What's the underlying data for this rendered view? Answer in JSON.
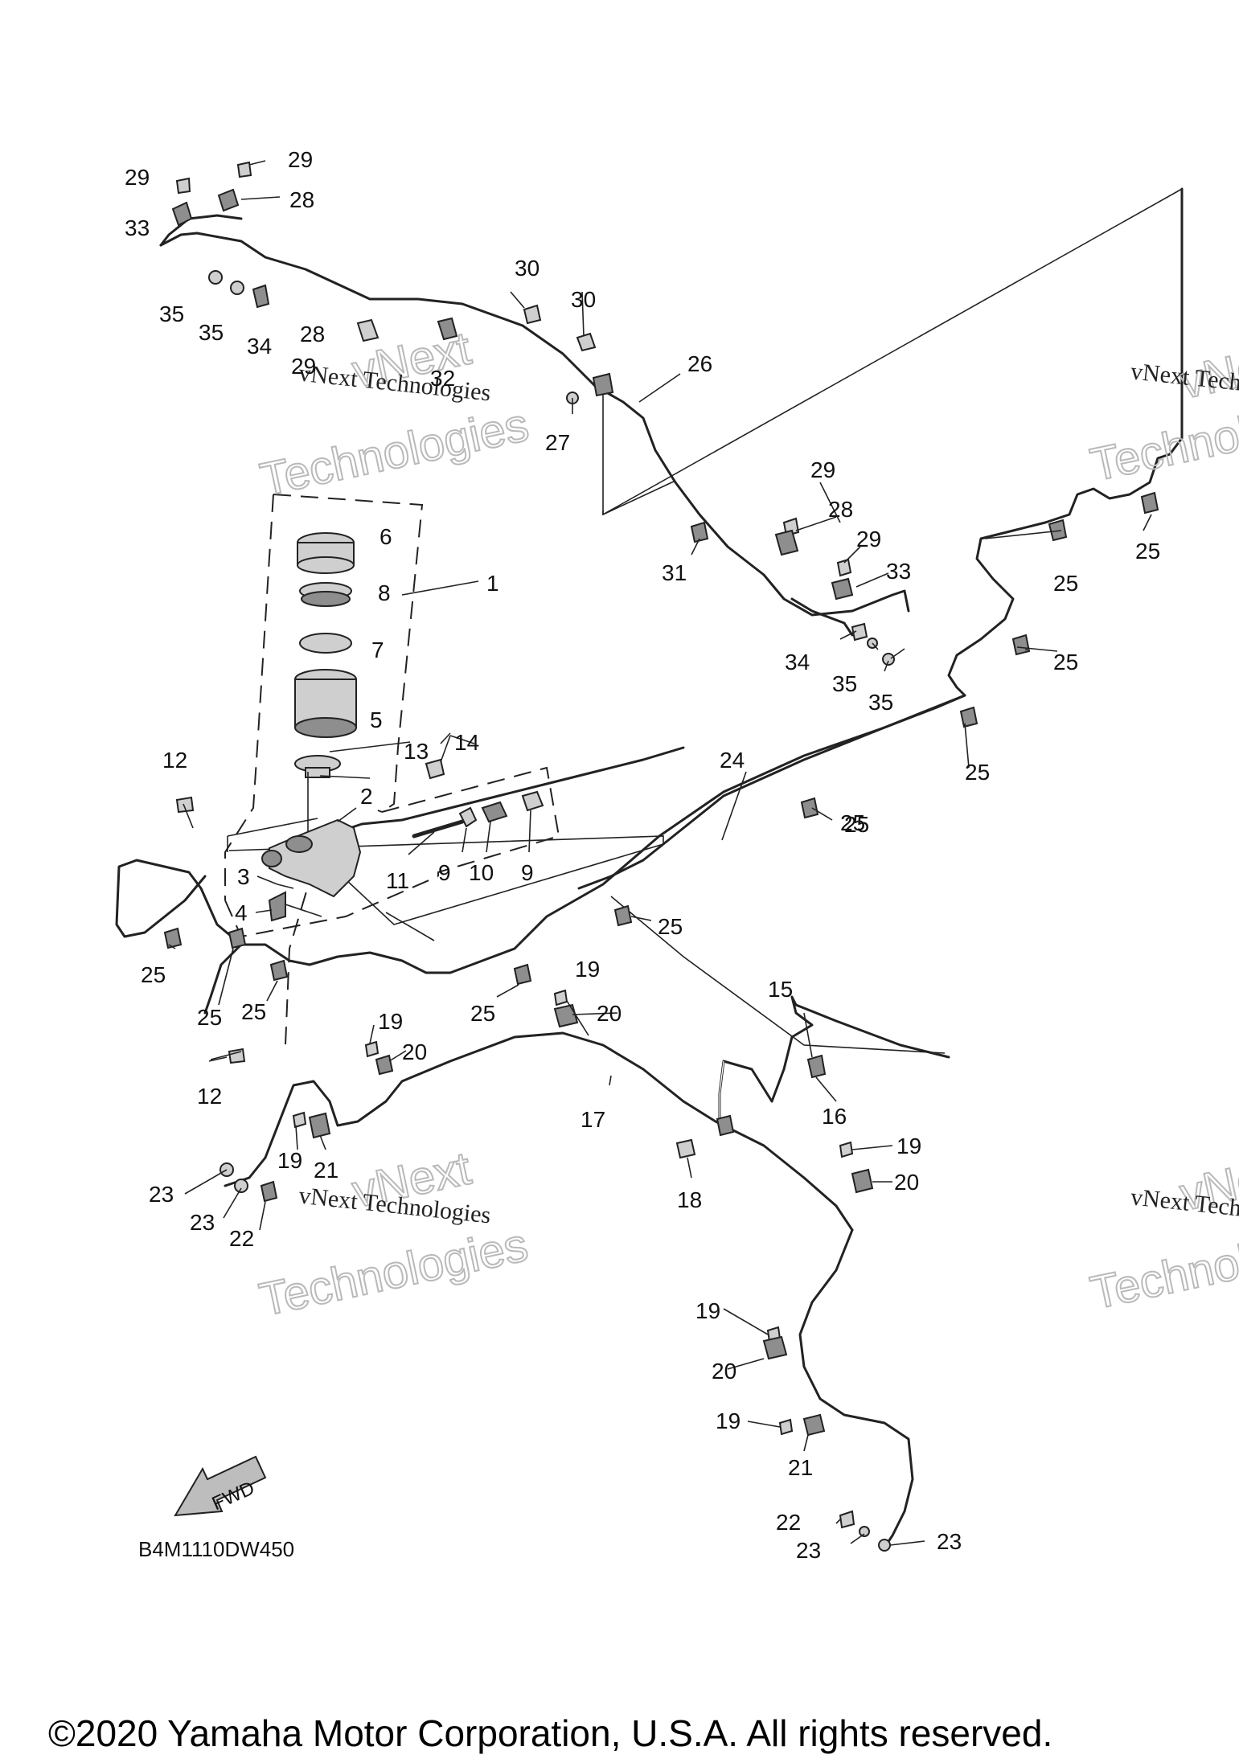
{
  "diagram_code": "B4M1110DW450",
  "copyright": "©2020 Yamaha Motor Corporation, U.S.A. All rights reserved.",
  "fwd_label": "FWD",
  "watermark": {
    "brand_line": "vNext Technologies",
    "word_1": "vNext",
    "word_2": "Technologies"
  },
  "callouts": [
    {
      "id": "c1",
      "text": "1"
    },
    {
      "id": "c2",
      "text": "2"
    },
    {
      "id": "c3",
      "text": "3"
    },
    {
      "id": "c4",
      "text": "4"
    },
    {
      "id": "c5",
      "text": "5"
    },
    {
      "id": "c6",
      "text": "6"
    },
    {
      "id": "c7",
      "text": "7"
    },
    {
      "id": "c8",
      "text": "8"
    },
    {
      "id": "c9a",
      "text": "9"
    },
    {
      "id": "c9b",
      "text": "9"
    },
    {
      "id": "c10",
      "text": "10"
    },
    {
      "id": "c11",
      "text": "11"
    },
    {
      "id": "c12a",
      "text": "12"
    },
    {
      "id": "c12b",
      "text": "12"
    },
    {
      "id": "c13",
      "text": "13"
    },
    {
      "id": "c14",
      "text": "14"
    },
    {
      "id": "c15",
      "text": "15"
    },
    {
      "id": "c16",
      "text": "16"
    },
    {
      "id": "c17",
      "text": "17"
    },
    {
      "id": "c18",
      "text": "18"
    },
    {
      "id": "c19a",
      "text": "19"
    },
    {
      "id": "c19b",
      "text": "19"
    },
    {
      "id": "c19c",
      "text": "19"
    },
    {
      "id": "c19d",
      "text": "19"
    },
    {
      "id": "c19e",
      "text": "19"
    },
    {
      "id": "c19f",
      "text": "19"
    },
    {
      "id": "c20a",
      "text": "20"
    },
    {
      "id": "c20b",
      "text": "20"
    },
    {
      "id": "c20c",
      "text": "20"
    },
    {
      "id": "c20d",
      "text": "20"
    },
    {
      "id": "c21a",
      "text": "21"
    },
    {
      "id": "c21b",
      "text": "21"
    },
    {
      "id": "c22a",
      "text": "22"
    },
    {
      "id": "c22b",
      "text": "22"
    },
    {
      "id": "c23a",
      "text": "23"
    },
    {
      "id": "c23b",
      "text": "23"
    },
    {
      "id": "c23c",
      "text": "23"
    },
    {
      "id": "c23d",
      "text": "23"
    },
    {
      "id": "c24",
      "text": "24"
    },
    {
      "id": "c25a",
      "text": "25"
    },
    {
      "id": "c25b",
      "text": "25"
    },
    {
      "id": "c25c",
      "text": "25"
    },
    {
      "id": "c25d",
      "text": "25"
    },
    {
      "id": "c25e",
      "text": "25"
    },
    {
      "id": "c25f",
      "text": "25"
    },
    {
      "id": "c25g",
      "text": "25"
    },
    {
      "id": "c25h",
      "text": "25"
    },
    {
      "id": "c25i",
      "text": "25"
    },
    {
      "id": "c25j",
      "text": "25"
    },
    {
      "id": "c25k",
      "text": "25"
    },
    {
      "id": "c26",
      "text": "26"
    },
    {
      "id": "c27",
      "text": "27"
    },
    {
      "id": "c28a",
      "text": "28"
    },
    {
      "id": "c28b",
      "text": "28"
    },
    {
      "id": "c28c",
      "text": "28"
    },
    {
      "id": "c29a",
      "text": "29"
    },
    {
      "id": "c29b",
      "text": "29"
    },
    {
      "id": "c29c",
      "text": "29"
    },
    {
      "id": "c29d",
      "text": "29"
    },
    {
      "id": "c29e",
      "text": "29"
    },
    {
      "id": "c30a",
      "text": "30"
    },
    {
      "id": "c30b",
      "text": "30"
    },
    {
      "id": "c31",
      "text": "31"
    },
    {
      "id": "c32",
      "text": "32"
    },
    {
      "id": "c33a",
      "text": "33"
    },
    {
      "id": "c33b",
      "text": "33"
    },
    {
      "id": "c34a",
      "text": "34"
    },
    {
      "id": "c34b",
      "text": "34"
    },
    {
      "id": "c35a",
      "text": "35"
    },
    {
      "id": "c35b",
      "text": "35"
    },
    {
      "id": "c35c",
      "text": "35"
    },
    {
      "id": "c35d",
      "text": "35"
    }
  ]
}
